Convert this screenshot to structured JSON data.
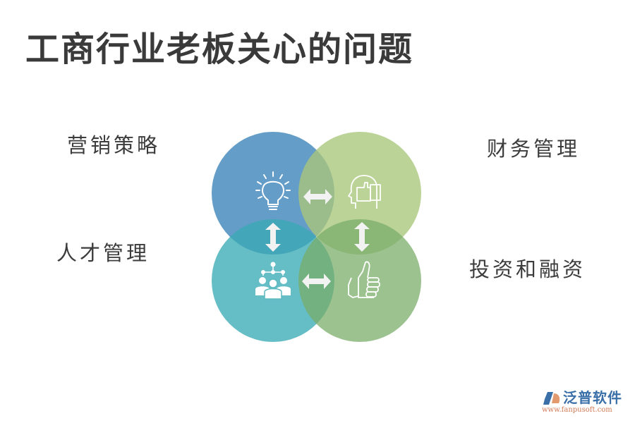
{
  "title": "工商行业老板关心的问题",
  "quadrants": [
    {
      "label": "营销策略",
      "position": "top-left",
      "icon": "lightbulb-icon",
      "color": "#5c98c4"
    },
    {
      "label": "财务管理",
      "position": "top-right",
      "icon": "head-thumbs-up-icon",
      "color": "#b8cd8a"
    },
    {
      "label": "人才管理",
      "position": "bottom-left",
      "icon": "team-network-icon",
      "color": "#5bbac2"
    },
    {
      "label": "投资和融资",
      "position": "bottom-right",
      "icon": "thumbs-up-icon",
      "color": "#8fbb80"
    }
  ],
  "connectors": [
    "horizontal-arrow-top",
    "vertical-arrow-left",
    "vertical-arrow-right",
    "horizontal-arrow-bottom"
  ],
  "logo": {
    "name": "泛普软件",
    "url": "www.fanpusoft.com"
  }
}
